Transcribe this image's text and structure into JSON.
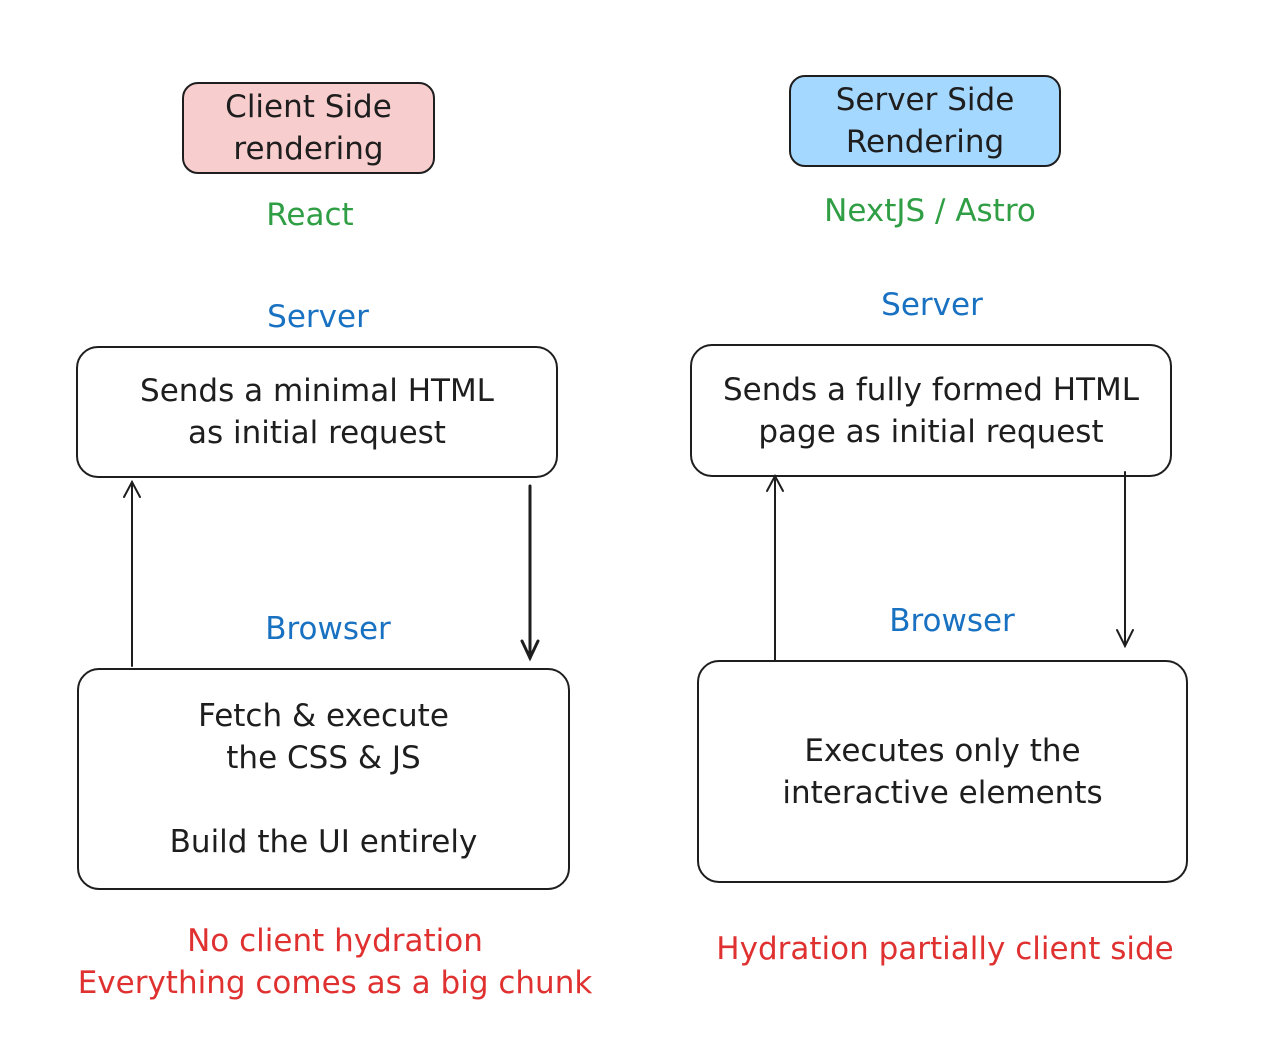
{
  "client": {
    "title": "Client Side\nrendering",
    "framework": "React",
    "server_label": "Server",
    "server_box": "Sends a minimal HTML\nas initial request",
    "browser_label": "Browser",
    "browser_box": "Fetch & execute\nthe CSS & JS\n\nBuild the UI entirely",
    "note": "No client hydration\nEverything comes as a big chunk"
  },
  "server": {
    "title": "Server Side\nRendering",
    "framework": "NextJS / Astro",
    "server_label": "Server",
    "server_box": "Sends a fully formed HTML\npage as initial request",
    "browser_label": "Browser",
    "browser_box": "Executes only the\ninteractive elements",
    "note": "Hydration partially client side"
  },
  "colors": {
    "stroke": "#1e1e1e",
    "title_client_bg": "#f8cdcd",
    "title_server_bg": "#a5d8ff",
    "framework": "#2f9e44",
    "tier_label": "#1971c2",
    "note": "#e03131"
  }
}
